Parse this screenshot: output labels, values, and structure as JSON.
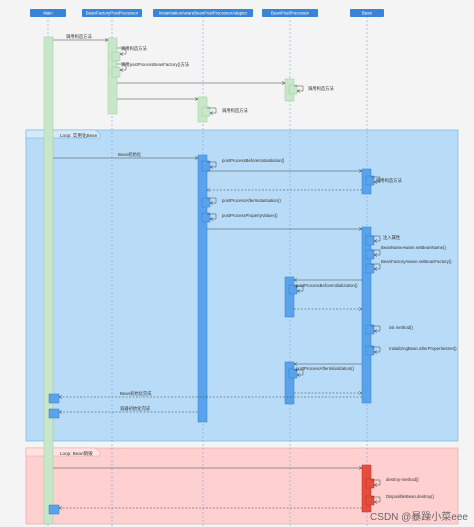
{
  "participants": [
    "Main",
    "BeanFactoryPostProcessor",
    "InstantiationAwareBeanPostProcessorAdapter",
    "BeanPostProcessor",
    "Bean"
  ],
  "loops": [
    {
      "label": "Loop: 实例化Bean"
    },
    {
      "label": "Loop: Bean销毁"
    }
  ],
  "messages": {
    "m1": "调用构造方法",
    "m2": "调用构造方法",
    "m3": "调用postProcessBeanFactory()方法",
    "m4": "调用构造方法",
    "m5": "调用构造方法",
    "m6": "Bean初始化",
    "m7": "postProcessBeforeInstantiation()",
    "m8": "调用构造方法",
    "m9": "postProcessAfterInstantiation()",
    "m10": "postProcessPropertyValues()",
    "m11": "注入属性",
    "m12": "BeanNameAware.setBeanName()",
    "m13": "BeanFactoryAware.setBeanFactory()",
    "m14": "postProcessBeforeInitialization()",
    "m15": "init method()",
    "m16": "InitializingBean.afterPropertiesSet()",
    "m17": "postProcessAfterInitialization()",
    "m18": "Bean初始化完成",
    "m19": "容器初始化完成",
    "m20": "destroy-method()",
    "m21": "DisposibleBean.destroy()"
  },
  "watermark": "CSDN @暴躁小菜eee",
  "colors": {
    "header": "#3a84d6",
    "lifeline_main": "#c8e6c9",
    "activation_blue": "#5aa3ea",
    "activation_red": "#e74c3c",
    "loop_blue": "#b8dcf8",
    "loop_red": "#ffd0d0"
  }
}
